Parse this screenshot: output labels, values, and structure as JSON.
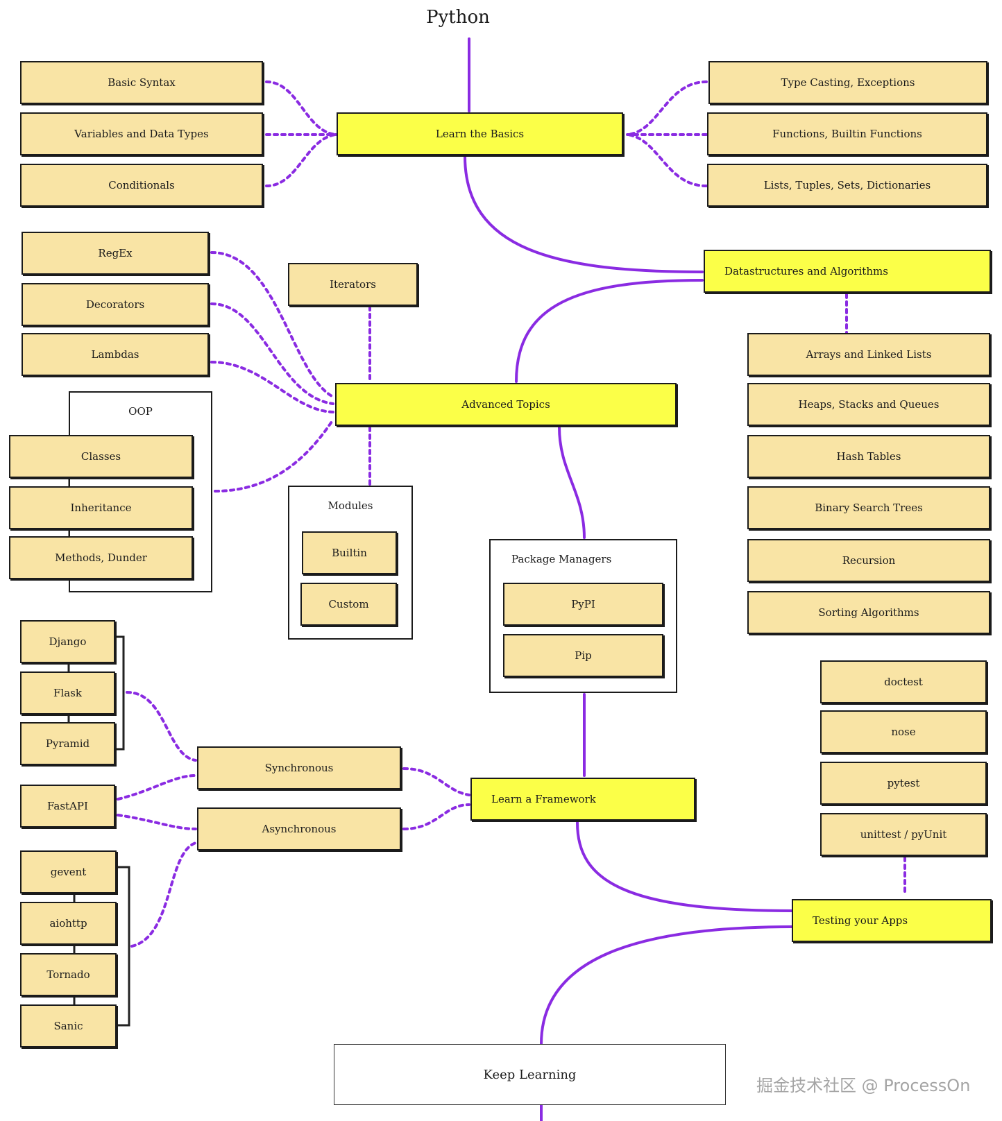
{
  "title": "Python",
  "colors": {
    "main": "#fbff48",
    "node": "#f9e4a5",
    "connector": "#8a2be2"
  },
  "basics": {
    "label": "Learn the Basics",
    "left": [
      "Basic Syntax",
      "Variables and Data Types",
      "Conditionals"
    ],
    "right": [
      "Type Casting, Exceptions",
      "Functions, Builtin Functions",
      "Lists, Tuples, Sets, Dictionaries"
    ]
  },
  "dsa": {
    "label": "Datastructures and Algorithms",
    "items": [
      "Arrays and Linked Lists",
      "Heaps, Stacks and Queues",
      "Hash Tables",
      "Binary Search Trees",
      "Recursion",
      "Sorting Algorithms"
    ]
  },
  "advanced": {
    "label": "Advanced Topics",
    "left": [
      "RegEx",
      "Decorators",
      "Lambdas"
    ],
    "iterators": "Iterators",
    "oop": {
      "label": "OOP",
      "items": [
        "Classes",
        "Inheritance",
        "Methods, Dunder"
      ]
    },
    "modules": {
      "label": "Modules",
      "items": [
        "Builtin",
        "Custom"
      ]
    }
  },
  "package_managers": {
    "label": "Package Managers",
    "items": [
      "PyPI",
      "Pip"
    ]
  },
  "framework": {
    "label": "Learn a Framework",
    "sync": "Synchronous",
    "async": "Asynchronous",
    "sync_items": [
      "Django",
      "Flask",
      "Pyramid"
    ],
    "fastapi": "FastAPI",
    "async_items": [
      "gevent",
      "aiohttp",
      "Tornado",
      "Sanic"
    ]
  },
  "testing": {
    "label": "Testing your Apps",
    "items": [
      "doctest",
      "nose",
      "pytest",
      "unittest / pyUnit"
    ]
  },
  "keep_learning": "Keep Learning",
  "watermark": "掘金技术社区 @ ProcessOn"
}
